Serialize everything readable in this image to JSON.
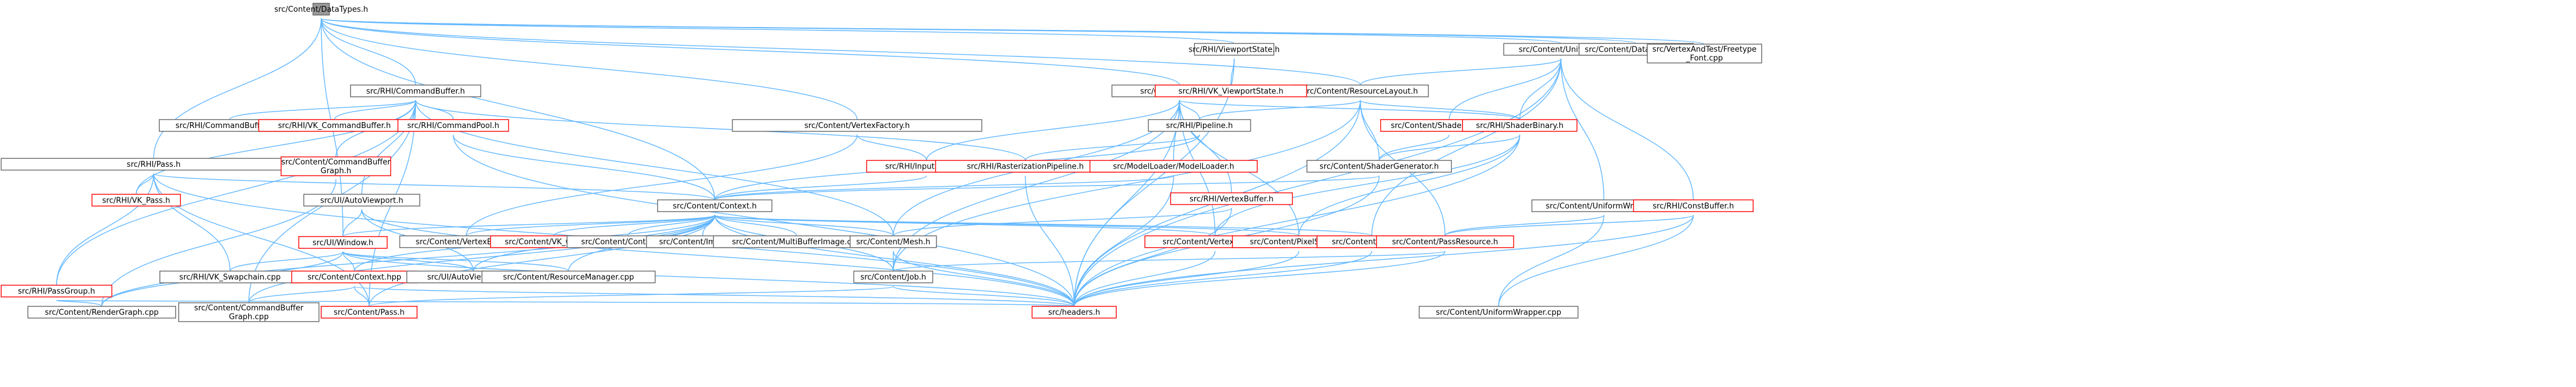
{
  "graph": {
    "nodes": [
      {
        "id": "datatypes",
        "lines": [
          "src/Content/DataTypes.h"
        ],
        "style": "root",
        "interactable": true
      },
      {
        "id": "rhi_cmdbuf_h",
        "lines": [
          "src/RHI/CommandBuffer.h"
        ],
        "style": "plain",
        "interactable": true
      },
      {
        "id": "rhi_pass_h",
        "lines": [
          "src/RHI/Pass.h"
        ],
        "style": "plain",
        "interactable": true
      },
      {
        "id": "ctx_vfactory_h",
        "lines": [
          "src/Content/VertexFactory.h"
        ],
        "style": "plain",
        "interactable": true
      },
      {
        "id": "ctx_vertex_h",
        "lines": [
          "src/Content/Vertex.h"
        ],
        "style": "plain",
        "interactable": true
      },
      {
        "id": "rhi_vpstate_h",
        "lines": [
          "src/RHI/ViewportState.h"
        ],
        "style": "plain",
        "interactable": true
      },
      {
        "id": "ctx_reslayout_h",
        "lines": [
          "src/Content/ResourceLayout.h"
        ],
        "style": "plain",
        "interactable": true
      },
      {
        "id": "ctx_uniform_h",
        "lines": [
          "src/Content/Uniform.h"
        ],
        "style": "plain",
        "interactable": true
      },
      {
        "id": "ctx_datatypes_cpp",
        "lines": [
          "src/Content/DataTypes.cpp"
        ],
        "style": "plain",
        "interactable": true
      },
      {
        "id": "vtf_cpp",
        "lines": [
          "src/VertexAndTest/Freetype",
          "_Font.cpp"
        ],
        "style": "plain",
        "interactable": true
      },
      {
        "id": "rhi_vkvpstate_h",
        "lines": [
          "src/RHI/VK_ViewportState.h"
        ],
        "style": "red",
        "interactable": true
      },
      {
        "id": "rhi_pipeline_h",
        "lines": [
          "src/RHI/Pipeline.h"
        ],
        "style": "plain",
        "interactable": true
      },
      {
        "id": "ctx_shadergenerate_h",
        "lines": [
          "src/Content/ShaderGenerate.h"
        ],
        "style": "red",
        "interactable": true
      },
      {
        "id": "rhi_shaderbinary_h",
        "lines": [
          "src/RHI/ShaderBinary.h"
        ],
        "style": "red",
        "interactable": true
      },
      {
        "id": "rhi_cmdbuf_cpp",
        "lines": [
          "src/RHI/CommandBuffer.cpp"
        ],
        "style": "plain",
        "interactable": true
      },
      {
        "id": "rhi_vkcmdbuf_h",
        "lines": [
          "src/RHI/VK_CommandBuffer.h"
        ],
        "style": "red",
        "interactable": true
      },
      {
        "id": "rhi_cmdpool_h",
        "lines": [
          "src/RHI/CommandPool.h"
        ],
        "style": "red",
        "interactable": true
      },
      {
        "id": "ctx_cmdbufgraph_h",
        "lines": [
          "src/Content/CommandBuffer",
          "Graph.h"
        ],
        "style": "red",
        "interactable": true
      },
      {
        "id": "rhi_inputlayout_h",
        "lines": [
          "src/RHI/InputLayout.h"
        ],
        "style": "red",
        "interactable": true
      },
      {
        "id": "rhi_raster_h",
        "lines": [
          "src/RHI/RasterizationPipeline.h"
        ],
        "style": "red",
        "interactable": true
      },
      {
        "id": "model_loader_h",
        "lines": [
          "src/ModelLoader/ModelLoader.h"
        ],
        "style": "red",
        "interactable": true
      },
      {
        "id": "ctx_shadergen_h",
        "lines": [
          "src/Content/ShaderGenerator.h"
        ],
        "style": "plain",
        "interactable": true
      },
      {
        "id": "rhi_vkpass_h",
        "lines": [
          "src/RHI/VK_Pass.h"
        ],
        "style": "red",
        "interactable": true
      },
      {
        "id": "ui_autovp_h",
        "lines": [
          "src/UI/AutoViewport.h"
        ],
        "style": "plain",
        "interactable": true
      },
      {
        "id": "ctx_context_h",
        "lines": [
          "src/Content/Context.h"
        ],
        "style": "plain",
        "interactable": true
      },
      {
        "id": "rhi_vertexbuf_h",
        "lines": [
          "src/RHI/VertexBuffer.h"
        ],
        "style": "red",
        "interactable": true
      },
      {
        "id": "ctx_uniformwrapper_h",
        "lines": [
          "src/Content/UniformWrapper.h"
        ],
        "style": "plain",
        "interactable": true
      },
      {
        "id": "rhi_constbuf_h",
        "lines": [
          "src/RHI/ConstBuffer.h"
        ],
        "style": "red",
        "interactable": true
      },
      {
        "id": "rhi_passgroup_h",
        "lines": [
          "src/RHI/PassGroup.h"
        ],
        "style": "red",
        "interactable": true
      },
      {
        "id": "ui_window_h",
        "lines": [
          "src/UI/Window.h"
        ],
        "style": "red",
        "interactable": true
      },
      {
        "id": "ctx_vertexbuffer_h",
        "lines": [
          "src/Content/VertexBuffer.h"
        ],
        "style": "plain",
        "interactable": true
      },
      {
        "id": "ctx_vkcontext_h",
        "lines": [
          "src/Content/VK_Context.h"
        ],
        "style": "red",
        "interactable": true
      },
      {
        "id": "ctx_context_cpp",
        "lines": [
          "src/Content/Context.cpp"
        ],
        "style": "plain",
        "interactable": true
      },
      {
        "id": "ctx_image_cpp",
        "lines": [
          "src/Content/Image.cpp"
        ],
        "style": "plain",
        "interactable": true
      },
      {
        "id": "ctx_multibufimg_cpp",
        "lines": [
          "src/Content/MultiBufferImage.cpp"
        ],
        "style": "plain",
        "interactable": true
      },
      {
        "id": "ctx_mesh_h",
        "lines": [
          "src/Content/Mesh.h"
        ],
        "style": "plain",
        "interactable": true
      },
      {
        "id": "ctx_vertexshader_h",
        "lines": [
          "src/Content/VertexShader.h"
        ],
        "style": "red",
        "interactable": true
      },
      {
        "id": "ctx_pixelshader_h",
        "lines": [
          "src/Content/PixelShader.h"
        ],
        "style": "red",
        "interactable": true
      },
      {
        "id": "ctx_layout_h",
        "lines": [
          "src/Content/Layout.h"
        ],
        "style": "red",
        "interactable": true
      },
      {
        "id": "ctx_passresource_h",
        "lines": [
          "src/Content/PassResource.h"
        ],
        "style": "red",
        "interactable": true
      },
      {
        "id": "rhi_vkswapchain_cpp",
        "lines": [
          "src/RHI/VK_Swapchain.cpp"
        ],
        "style": "plain",
        "interactable": true
      },
      {
        "id": "ctx_context_hpp",
        "lines": [
          "src/Content/Context.hpp"
        ],
        "style": "red",
        "interactable": true
      },
      {
        "id": "ui_autovp_cpp",
        "lines": [
          "src/UI/AutoViewport.cpp"
        ],
        "style": "plain",
        "interactable": true
      },
      {
        "id": "ctx_resmgr_cpp",
        "lines": [
          "src/Content/ResourceManager.cpp"
        ],
        "style": "plain",
        "interactable": true
      },
      {
        "id": "ctx_job_h",
        "lines": [
          "src/Content/Job.h"
        ],
        "style": "plain",
        "interactable": true
      },
      {
        "id": "ctx_rendergraph_cpp",
        "lines": [
          "src/Content/RenderGraph.cpp"
        ],
        "style": "plain",
        "interactable": true
      },
      {
        "id": "ctx_cmdbufgraph_cpp",
        "lines": [
          "src/Content/CommandBuffer",
          "Graph.cpp"
        ],
        "style": "plain",
        "interactable": true
      },
      {
        "id": "ctx_pass_h",
        "lines": [
          "src/Content/Pass.h"
        ],
        "style": "red",
        "interactable": true
      },
      {
        "id": "headers_h",
        "lines": [
          "src/headers.h"
        ],
        "style": "red",
        "interactable": true
      },
      {
        "id": "ctx_uniformwrapper_cpp",
        "lines": [
          "src/Content/UniformWrapper.cpp"
        ],
        "style": "plain",
        "interactable": true
      }
    ],
    "edges": [
      [
        "datatypes",
        "rhi_cmdbuf_h"
      ],
      [
        "datatypes",
        "rhi_pass_h"
      ],
      [
        "datatypes",
        "ctx_vfactory_h"
      ],
      [
        "datatypes",
        "ctx_vertex_h"
      ],
      [
        "datatypes",
        "rhi_vpstate_h"
      ],
      [
        "datatypes",
        "ctx_reslayout_h"
      ],
      [
        "datatypes",
        "ctx_uniform_h"
      ],
      [
        "datatypes",
        "ctx_datatypes_cpp"
      ],
      [
        "datatypes",
        "vtf_cpp"
      ],
      [
        "datatypes",
        "ctx_context_h"
      ],
      [
        "datatypes",
        "ui_window_h"
      ],
      [
        "rhi_cmdbuf_h",
        "rhi_cmdbuf_cpp"
      ],
      [
        "rhi_cmdbuf_h",
        "rhi_vkcmdbuf_h"
      ],
      [
        "rhi_cmdbuf_h",
        "rhi_cmdpool_h"
      ],
      [
        "rhi_cmdbuf_h",
        "ctx_cmdbufgraph_h"
      ],
      [
        "rhi_cmdbuf_h",
        "rhi_raster_h"
      ],
      [
        "rhi_cmdbuf_h",
        "ui_autovp_h"
      ],
      [
        "rhi_cmdbuf_h",
        "rhi_passgroup_h"
      ],
      [
        "rhi_cmdbuf_h",
        "ctx_mesh_h"
      ],
      [
        "rhi_cmdbuf_h",
        "rhi_vkpass_h"
      ],
      [
        "rhi_cmdbuf_h",
        "ctx_pass_h"
      ],
      [
        "rhi_cmdbuf_h",
        "ctx_cmdbufgraph_cpp"
      ],
      [
        "rhi_cmdpool_h",
        "ctx_context_h"
      ],
      [
        "rhi_cmdpool_h",
        "headers_h"
      ],
      [
        "ctx_cmdbufgraph_h",
        "ctx_rendergraph_cpp"
      ],
      [
        "rhi_pass_h",
        "rhi_vkpass_h"
      ],
      [
        "rhi_pass_h",
        "rhi_passgroup_h"
      ],
      [
        "rhi_pass_h",
        "ctx_context_h"
      ],
      [
        "rhi_pass_h",
        "ctx_pass_h"
      ],
      [
        "rhi_pass_h",
        "rhi_vkswapchain_cpp"
      ],
      [
        "rhi_pass_h",
        "headers_h"
      ],
      [
        "rhi_passgroup_h",
        "ctx_rendergraph_cpp"
      ],
      [
        "rhi_passgroup_h",
        "headers_h"
      ],
      [
        "ctx_vfactory_h",
        "ctx_vertexbuffer_h"
      ],
      [
        "ctx_vfactory_h",
        "rhi_inputlayout_h"
      ],
      [
        "ctx_vertex_h",
        "rhi_pipeline_h"
      ],
      [
        "ctx_vertex_h",
        "rhi_vkvpstate_h"
      ],
      [
        "ctx_vertex_h",
        "rhi_inputlayout_h"
      ],
      [
        "ctx_vertex_h",
        "model_loader_h"
      ],
      [
        "ctx_vertex_h",
        "rhi_vertexbuf_h"
      ],
      [
        "ctx_vertex_h",
        "ctx_mesh_h"
      ],
      [
        "ctx_vertex_h",
        "ctx_vertexshader_h"
      ],
      [
        "ctx_vertex_h",
        "ctx_pixelshader_h"
      ],
      [
        "ctx_vertex_h",
        "headers_h"
      ],
      [
        "ctx_vertex_h",
        "ctx_job_h"
      ],
      [
        "ctx_vertex_h",
        "rhi_shaderbinary_h"
      ],
      [
        "rhi_vpstate_h",
        "rhi_vkvpstate_h"
      ],
      [
        "rhi_vpstate_h",
        "headers_h"
      ],
      [
        "ctx_reslayout_h",
        "rhi_pipeline_h"
      ],
      [
        "ctx_reslayout_h",
        "rhi_shaderbinary_h"
      ],
      [
        "ctx_reslayout_h",
        "ctx_shadergen_h"
      ],
      [
        "ctx_reslayout_h",
        "ctx_passresource_h"
      ],
      [
        "ctx_reslayout_h",
        "headers_h"
      ],
      [
        "ctx_reslayout_h",
        "ctx_job_h"
      ],
      [
        "ctx_uniform_h",
        "ctx_reslayout_h"
      ],
      [
        "ctx_uniform_h",
        "ctx_shadergenerate_h"
      ],
      [
        "ctx_uniform_h",
        "rhi_shaderbinary_h"
      ],
      [
        "ctx_uniform_h",
        "ctx_uniformwrapper_h"
      ],
      [
        "ctx_uniform_h",
        "rhi_constbuf_h"
      ],
      [
        "ctx_uniform_h",
        "headers_h"
      ],
      [
        "ctx_uniform_h",
        "ctx_layout_h"
      ],
      [
        "rhi_pipeline_h",
        "rhi_raster_h"
      ],
      [
        "rhi_pipeline_h",
        "ctx_context_h"
      ],
      [
        "ctx_shadergenerate_h",
        "ctx_shadergen_h"
      ],
      [
        "rhi_shaderbinary_h",
        "ctx_vertexshader_h"
      ],
      [
        "rhi_shaderbinary_h",
        "ctx_pixelshader_h"
      ],
      [
        "rhi_shaderbinary_h",
        "ctx_shadergen_h"
      ],
      [
        "rhi_shaderbinary_h",
        "headers_h"
      ],
      [
        "rhi_inputlayout_h",
        "ctx_context_h"
      ],
      [
        "rhi_raster_h",
        "headers_h"
      ],
      [
        "model_loader_h",
        "ctx_context_h"
      ],
      [
        "model_loader_h",
        "headers_h"
      ],
      [
        "ctx_shadergen_h",
        "ctx_context_h"
      ],
      [
        "ctx_shadergen_h",
        "headers_h"
      ],
      [
        "ui_autovp_h",
        "ui_window_h"
      ],
      [
        "ui_autovp_h",
        "ui_autovp_cpp"
      ],
      [
        "ui_autovp_h",
        "headers_h"
      ],
      [
        "ctx_context_h",
        "ui_window_h"
      ],
      [
        "ctx_context_h",
        "ctx_vertexbuffer_h"
      ],
      [
        "ctx_context_h",
        "ctx_vkcontext_h"
      ],
      [
        "ctx_context_h",
        "ctx_context_cpp"
      ],
      [
        "ctx_context_h",
        "ctx_image_cpp"
      ],
      [
        "ctx_context_h",
        "ctx_multibufimg_cpp"
      ],
      [
        "ctx_context_h",
        "ctx_mesh_h"
      ],
      [
        "ctx_context_h",
        "ctx_vertexshader_h"
      ],
      [
        "ctx_context_h",
        "ctx_pixelshader_h"
      ],
      [
        "ctx_context_h",
        "ctx_layout_h"
      ],
      [
        "ctx_context_h",
        "ctx_context_hpp"
      ],
      [
        "ctx_context_h",
        "ui_autovp_cpp"
      ],
      [
        "ctx_context_h",
        "ctx_resmgr_cpp"
      ],
      [
        "ctx_context_h",
        "ctx_job_h"
      ],
      [
        "ctx_context_h",
        "headers_h"
      ],
      [
        "ctx_context_h",
        "ctx_pass_h"
      ],
      [
        "ctx_context_h",
        "ctx_cmdbufgraph_cpp"
      ],
      [
        "ctx_context_h",
        "ctx_rendergraph_cpp"
      ],
      [
        "rhi_vertexbuf_h",
        "ctx_mesh_h"
      ],
      [
        "rhi_vertexbuf_h",
        "headers_h"
      ],
      [
        "ctx_uniformwrapper_h",
        "ctx_passresource_h"
      ],
      [
        "ctx_uniformwrapper_h",
        "ctx_uniformwrapper_cpp"
      ],
      [
        "rhi_constbuf_h",
        "ctx_passresource_h"
      ],
      [
        "rhi_constbuf_h",
        "headers_h"
      ],
      [
        "rhi_constbuf_h",
        "ctx_uniformwrapper_cpp"
      ],
      [
        "ui_window_h",
        "rhi_vkswapchain_cpp"
      ],
      [
        "ui_window_h",
        "ctx_context_hpp"
      ],
      [
        "ui_window_h",
        "ui_autovp_cpp"
      ],
      [
        "ui_window_h",
        "ctx_resmgr_cpp"
      ],
      [
        "ui_window_h",
        "headers_h"
      ],
      [
        "ui_window_h",
        "ctx_rendergraph_cpp"
      ],
      [
        "ctx_mesh_h",
        "ctx_job_h"
      ],
      [
        "ctx_mesh_h",
        "headers_h"
      ],
      [
        "ctx_vertexshader_h",
        "headers_h"
      ],
      [
        "ctx_pixelshader_h",
        "headers_h"
      ],
      [
        "ctx_layout_h",
        "headers_h"
      ],
      [
        "ctx_passresource_h",
        "headers_h"
      ],
      [
        "ctx_passresource_h",
        "ctx_job_h"
      ],
      [
        "ctx_context_hpp",
        "ctx_cmdbufgraph_cpp"
      ],
      [
        "ctx_context_hpp",
        "ctx_pass_h"
      ],
      [
        "ctx_context_hpp",
        "headers_h"
      ],
      [
        "ctx_job_h",
        "headers_h"
      ],
      [
        "ctx_job_h",
        "ctx_pass_h"
      ]
    ]
  }
}
